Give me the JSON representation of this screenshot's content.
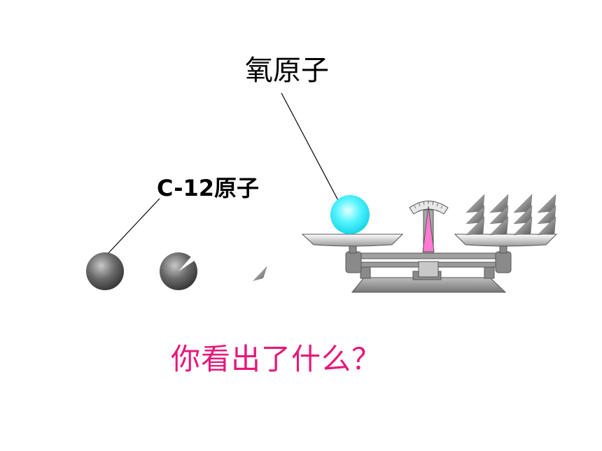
{
  "labels": {
    "oxygen_atom": "氧原子",
    "carbon12_atom": "C-12原子",
    "question": "你看出了什么？"
  },
  "colors": {
    "oxygen_ball": "#33f0ff",
    "carbon_ball": "#555555",
    "question_text": "#e6187b",
    "scale_body": "#8a8a8a",
    "pointer": "#ff7ad0"
  },
  "pieces_on_right_pan": 12
}
